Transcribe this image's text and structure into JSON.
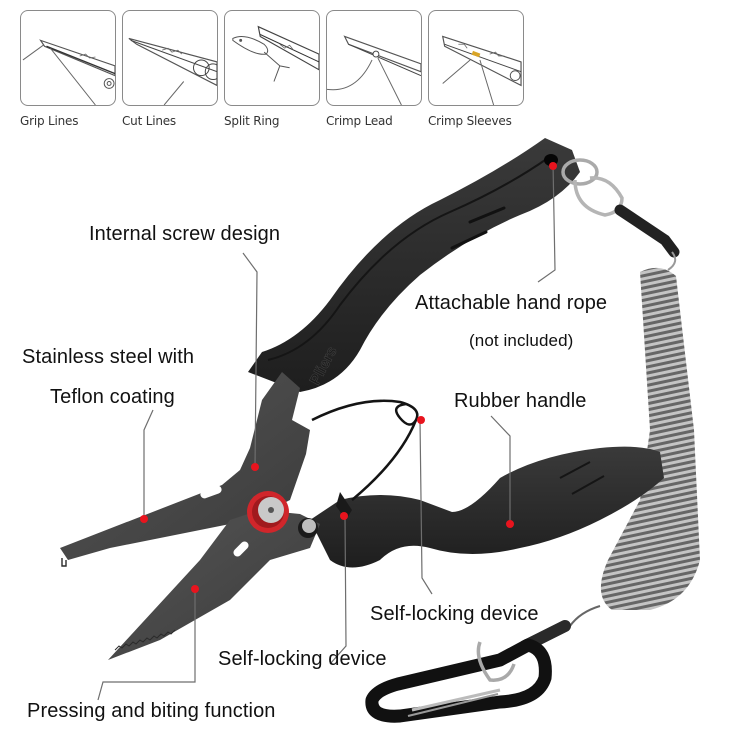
{
  "usage_panels": [
    {
      "label": "Grip Lines",
      "icon": "grip-lines-icon"
    },
    {
      "label": "Cut Lines",
      "icon": "cut-lines-icon"
    },
    {
      "label": "Split Ring",
      "icon": "split-ring-icon"
    },
    {
      "label": "Crimp Lead",
      "icon": "crimp-lead-icon"
    },
    {
      "label": "Crimp Sleeves",
      "icon": "crimp-sleeves-icon"
    }
  ],
  "product": {
    "brand_text": "Pliers",
    "colors": {
      "handle": "#2b2b2b",
      "steel": "#4a4a4a",
      "pivot_ring": "#d0262b",
      "marker": "#e8141e",
      "leader_line": "#6e6e6e",
      "coil": "#8c8c8c"
    }
  },
  "callouts": {
    "internal_screw": "Internal screw design",
    "hand_rope": "Attachable hand rope",
    "hand_rope_note": "(not included)",
    "stainless_line1": "Stainless steel with",
    "stainless_line2": "Teflon coating",
    "rubber_handle": "Rubber handle",
    "self_locking_right": "Self-locking device",
    "self_locking_center": "Self-locking device",
    "pressing_biting": "Pressing and biting function"
  }
}
